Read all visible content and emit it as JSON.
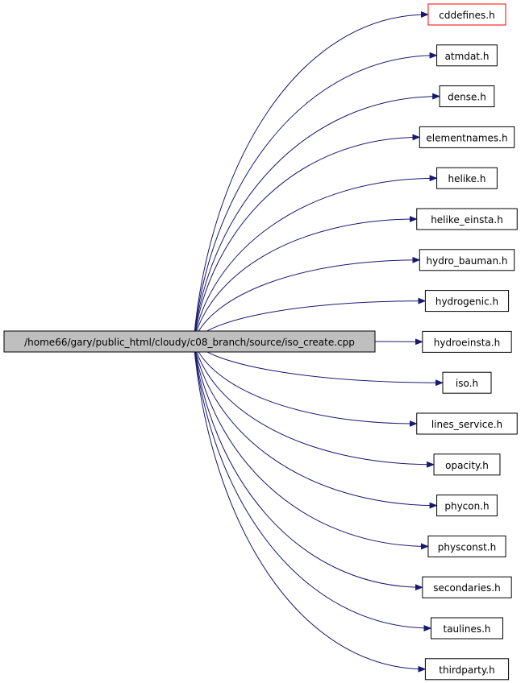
{
  "source": {
    "label": "/home66/gary/public_html/cloudy/c08_branch/source/iso_create.cpp",
    "fill": "#bfbfbf"
  },
  "edge_color": "#191970",
  "highlight_color": "#ff0000",
  "targets": [
    {
      "label": "cddefines.h",
      "highlighted": true
    },
    {
      "label": "atmdat.h"
    },
    {
      "label": "dense.h"
    },
    {
      "label": "elementnames.h"
    },
    {
      "label": "helike.h"
    },
    {
      "label": "helike_einsta.h"
    },
    {
      "label": "hydro_bauman.h"
    },
    {
      "label": "hydrogenic.h"
    },
    {
      "label": "hydroeinsta.h"
    },
    {
      "label": "iso.h"
    },
    {
      "label": "lines_service.h"
    },
    {
      "label": "opacity.h"
    },
    {
      "label": "phycon.h"
    },
    {
      "label": "physconst.h"
    },
    {
      "label": "secondaries.h"
    },
    {
      "label": "taulines.h"
    },
    {
      "label": "thirdparty.h"
    }
  ]
}
